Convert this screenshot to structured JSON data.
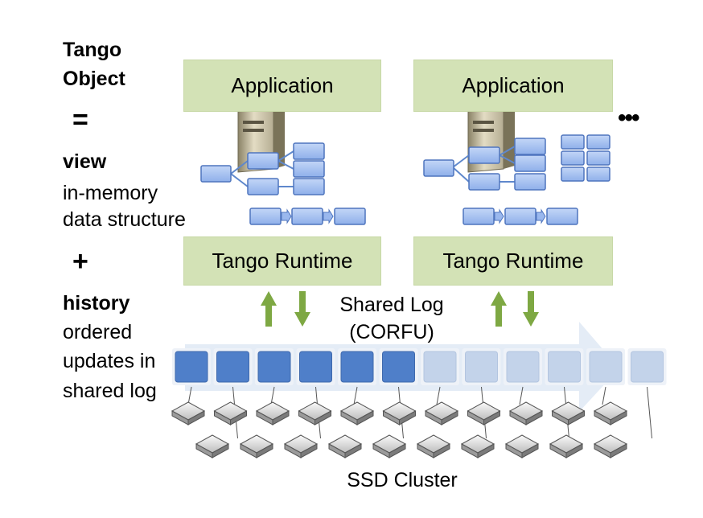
{
  "left_legend": {
    "title_line1": "Tango",
    "title_line2": "Object",
    "equals": "=",
    "view_heading": "view",
    "view_line1": "in-memory",
    "view_line2": "data structure",
    "plus": "+",
    "history_heading": "history",
    "history_line1": "ordered",
    "history_line2": "updates in",
    "history_line3": "shared log"
  },
  "nodes": [
    {
      "application_label": "Application",
      "runtime_label": "Tango Runtime"
    },
    {
      "application_label": "Application",
      "runtime_label": "Tango Runtime"
    }
  ],
  "ellipsis": "•••",
  "shared_log": {
    "line1": "Shared Log",
    "line2": "(CORFU)",
    "filled_entries": 6,
    "total_entries": 12
  },
  "ssd_cluster_label": "SSD Cluster",
  "colors": {
    "box_green": "#d3e2b6",
    "entry_filled": "#4f7fc9",
    "entry_empty": "#c3d3ea",
    "struct_blue": "#9ab8ee",
    "arrow_green": "#7ea843"
  }
}
